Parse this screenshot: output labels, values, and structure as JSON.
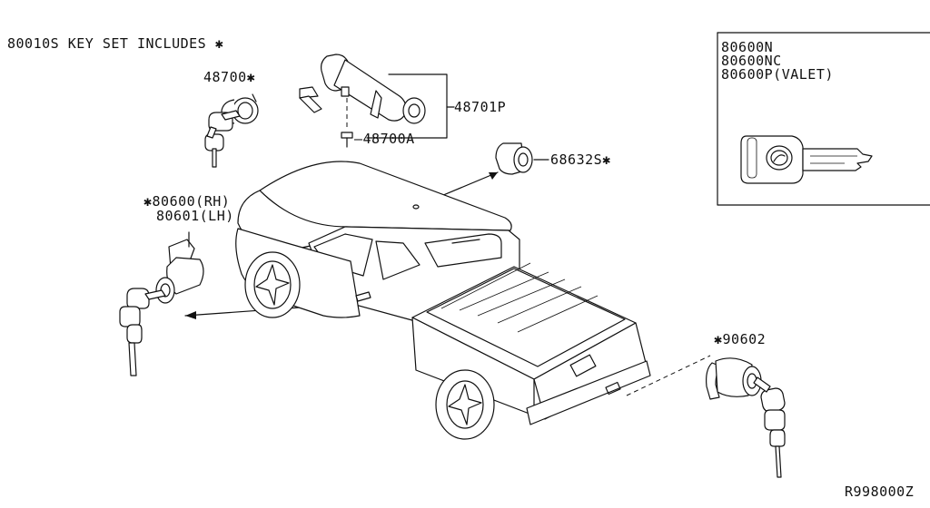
{
  "header": {
    "key_set_note": "80010S KEY SET INCLUDES ✱"
  },
  "parts": {
    "ignition_lock": "48700✱",
    "ignition_set": "48701P",
    "screw": "48700A",
    "glove_lock": "68632S✱",
    "door_rh": "✱80600(RH)",
    "door_lh": "80601(LH)",
    "tailgate": "✱90602"
  },
  "inset": {
    "lines": [
      "80600N",
      "80600NC",
      "80600P(VALET)"
    ]
  },
  "footer": {
    "ref_code": "R998000Z"
  },
  "colors": {
    "line": "#111111",
    "background": "#ffffff"
  }
}
